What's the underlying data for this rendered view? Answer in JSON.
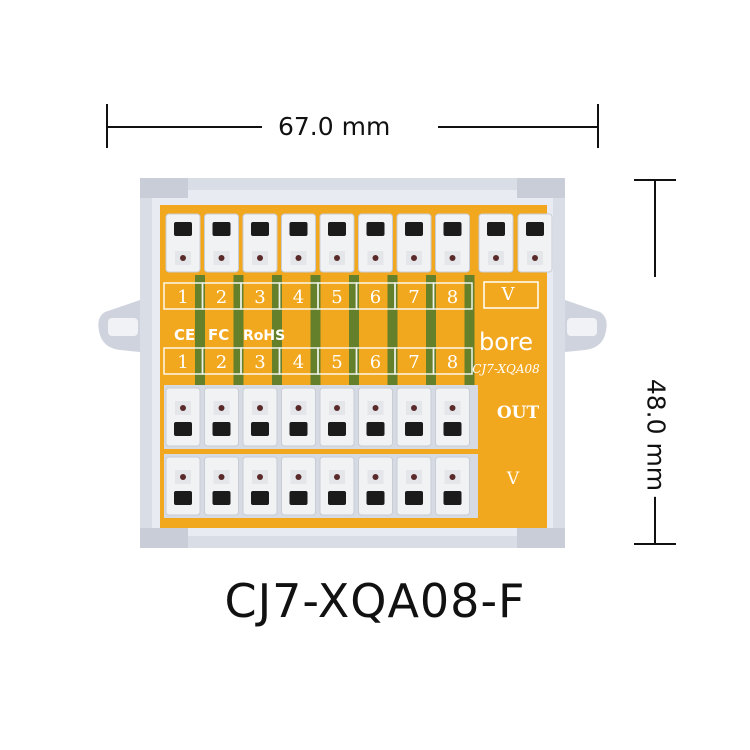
{
  "dimensions": {
    "width_label": "67.0 mm",
    "height_label": "48.0 mm"
  },
  "model": "CJ7-XQA08-F",
  "board": {
    "brand": "bore",
    "model_print": "CJ7-XQA08",
    "cert_marks": [
      "CE",
      "FC",
      "RoHS"
    ],
    "top_channels": [
      "1",
      "2",
      "3",
      "4",
      "5",
      "6",
      "7",
      "8"
    ],
    "top_extra_label": "V",
    "mid_channels": [
      "1",
      "2",
      "3",
      "4",
      "5",
      "6",
      "7",
      "8"
    ],
    "row_out_label": "OUT",
    "row_v_label": "V"
  },
  "colors": {
    "pcb": "#f2a81e",
    "trace": "#3f6b2a",
    "housing": "#dde1ea",
    "terminal": "#f1f2f4",
    "terminal_hole": "#1b1b1b"
  }
}
